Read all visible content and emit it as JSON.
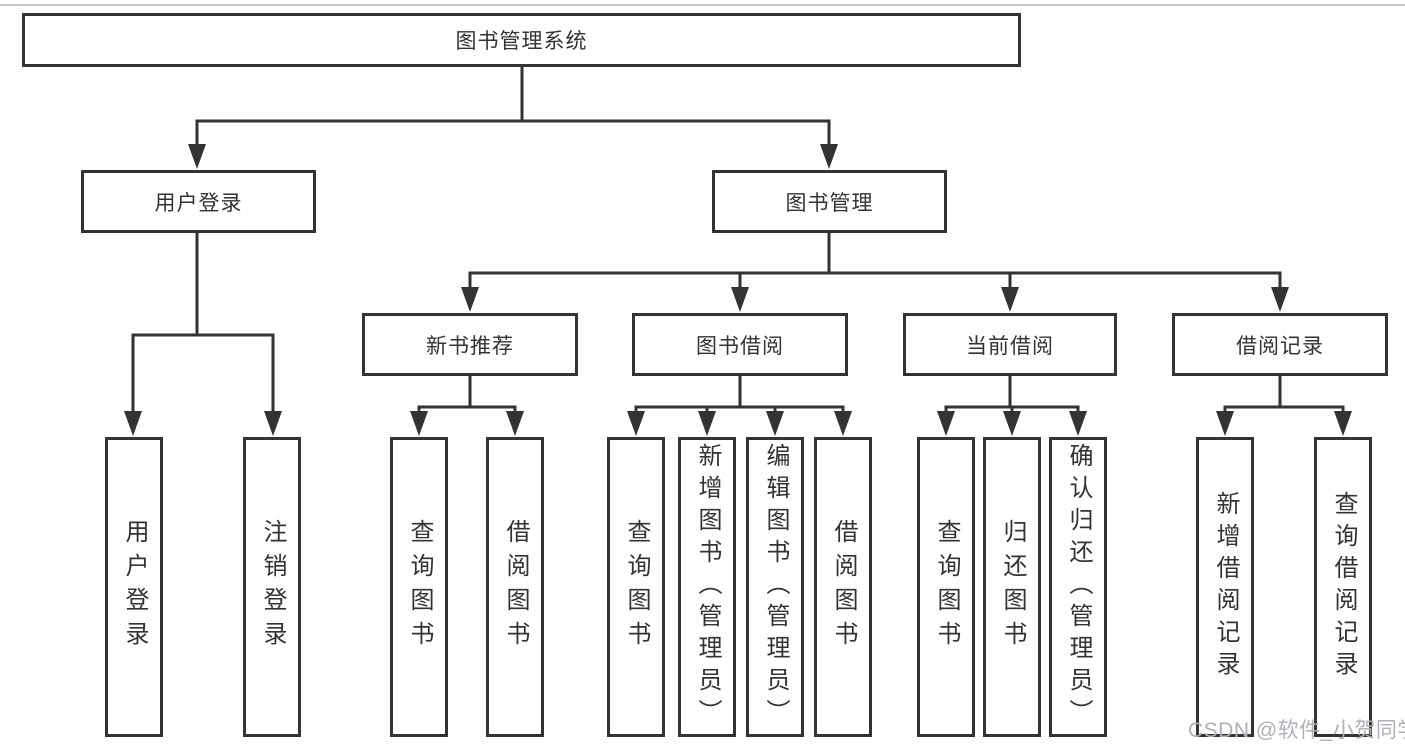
{
  "diagram": {
    "nodes": {
      "root": "图书管理系统",
      "user_login": "用户登录",
      "book_management": "图书管理",
      "new_book_recommend": "新书推荐",
      "book_borrowing": "图书借阅",
      "current_borrowing": "当前借阅",
      "borrowing_records": "借阅记录"
    },
    "leaves": {
      "user_login": [
        "用户登录",
        "注销登录"
      ],
      "new_book_recommend": [
        "查询图书",
        "借阅图书"
      ],
      "book_borrowing": [
        "查询图书",
        "新增图书（管理员）",
        "编辑图书（管理员）",
        "借阅图书"
      ],
      "current_borrowing": [
        "查询图书",
        "归还图书",
        "确认归还（管理员）"
      ],
      "borrowing_records": [
        "新增借阅记录",
        "查询借阅记录"
      ]
    }
  },
  "watermark": "CSDN @软件_小贺同学",
  "colors": {
    "line": "#333333",
    "box_border": "#333333",
    "box_fill": "#ffffff",
    "text": "#333333",
    "background": "#ffffff",
    "watermark": "#aeb1b7",
    "top_rule": "#c3c6c9"
  }
}
